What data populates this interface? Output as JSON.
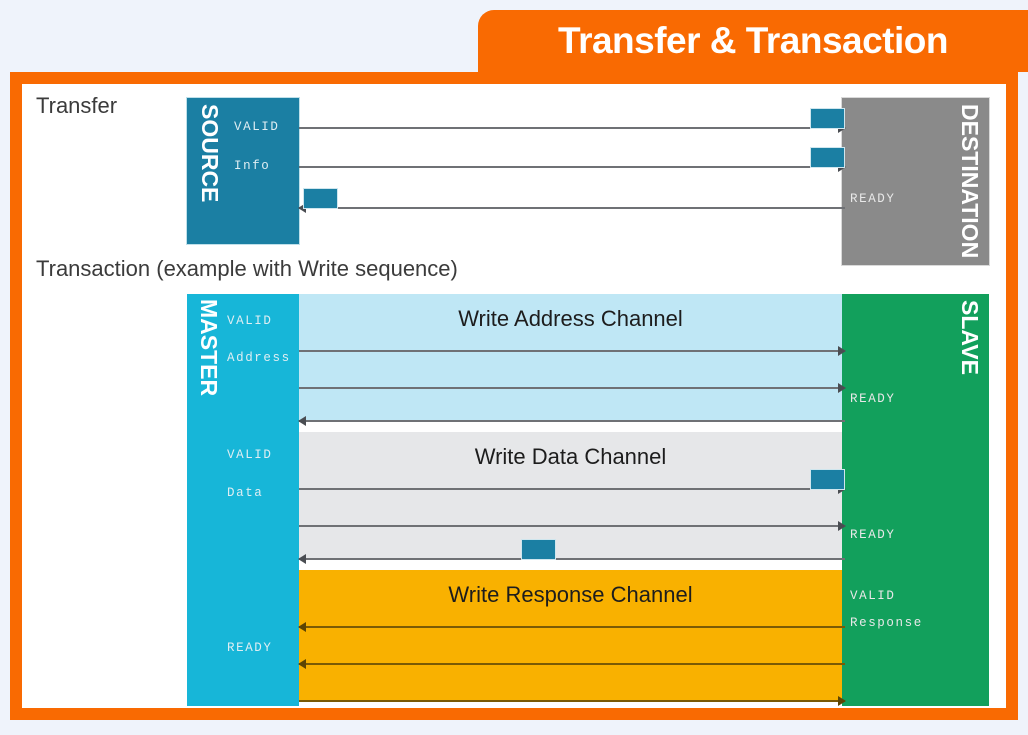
{
  "banner": {
    "title": "Transfer & Transaction"
  },
  "colors": {
    "page_background": "#eff3fb",
    "frame_orange": "#f96a02",
    "panel_white": "#ffffff",
    "source_teal": "#1b7fa3",
    "destination_gray": "#8a8a8a",
    "master_cyan": "#17b6d8",
    "slave_green": "#12a05c",
    "write_address_band": "#bfe7f5",
    "write_data_band": "#e6e7e9",
    "write_response_band": "#f9b100",
    "arrow_gray": "#6f7175",
    "marker_teal": "#1b7fa3"
  },
  "transfer": {
    "label": "Transfer",
    "source": {
      "title": "SOURCE",
      "signals": [
        "VALID",
        "Info"
      ]
    },
    "destination": {
      "title": "DESTINATION",
      "signals": [
        "READY"
      ]
    },
    "arrows": [
      {
        "name": "valid",
        "direction": "right"
      },
      {
        "name": "info",
        "direction": "right"
      },
      {
        "name": "ready",
        "direction": "left"
      }
    ],
    "markers": [
      {
        "name": "valid-pulse",
        "near": "destination"
      },
      {
        "name": "info-pulse",
        "near": "destination"
      },
      {
        "name": "ready-pulse",
        "near": "source"
      }
    ]
  },
  "transaction": {
    "label": "Transaction (example with Write sequence)",
    "master": {
      "title": "MASTER",
      "signals": [
        "VALID",
        "Address",
        "VALID",
        "Data",
        "READY"
      ]
    },
    "slave": {
      "title": "SLAVE",
      "signals": [
        "READY",
        "READY",
        "VALID",
        "Response"
      ]
    },
    "channels": [
      {
        "name": "write-address-channel",
        "title": "Write Address Channel",
        "color": "#bfe7f5",
        "arrows": [
          {
            "name": "awvalid",
            "direction": "right"
          },
          {
            "name": "awaddr",
            "direction": "right"
          },
          {
            "name": "awready",
            "direction": "left"
          }
        ],
        "markers": []
      },
      {
        "name": "write-data-channel",
        "title": "Write Data Channel",
        "color": "#e6e7e9",
        "arrows": [
          {
            "name": "wvalid",
            "direction": "right"
          },
          {
            "name": "wdata",
            "direction": "right"
          },
          {
            "name": "wready",
            "direction": "left"
          }
        ],
        "markers": [
          {
            "name": "wvalid-pulse",
            "near": "slave"
          },
          {
            "name": "wready-pulse",
            "near": "middle"
          }
        ]
      },
      {
        "name": "write-response-channel",
        "title": "Write Response Channel",
        "color": "#f9b100",
        "arrows": [
          {
            "name": "bvalid",
            "direction": "left"
          },
          {
            "name": "bresp",
            "direction": "left"
          },
          {
            "name": "bready",
            "direction": "right"
          }
        ],
        "markers": []
      }
    ]
  }
}
